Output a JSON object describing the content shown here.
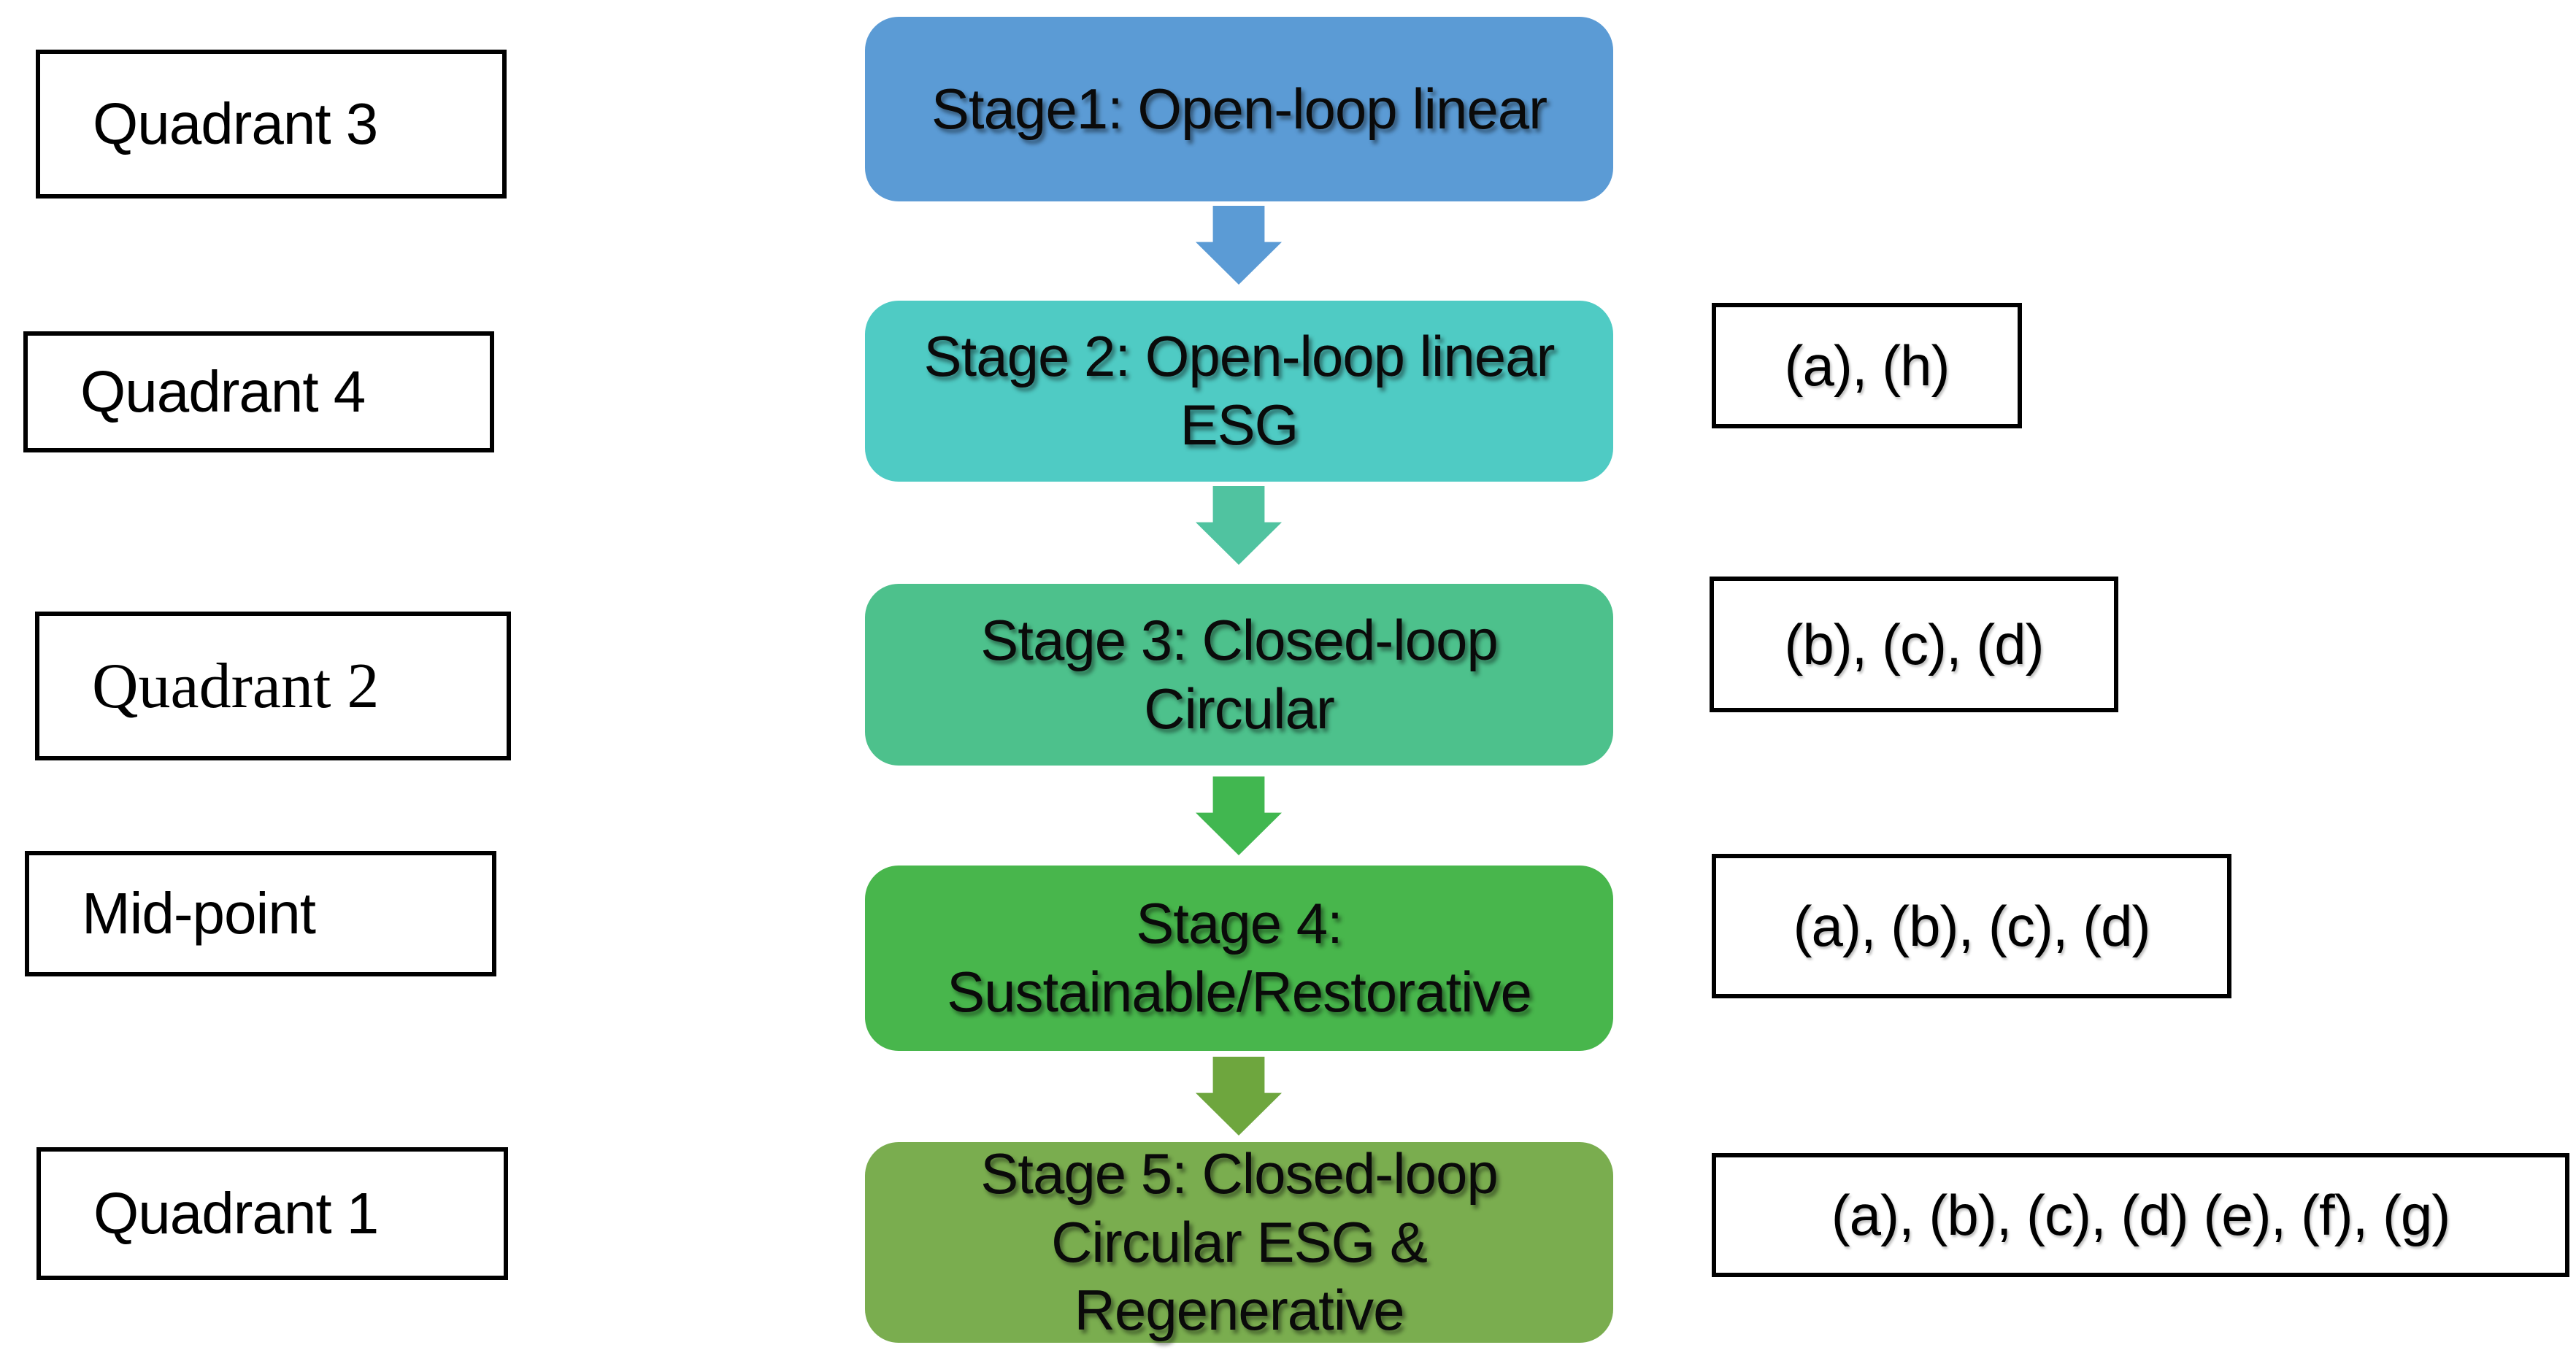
{
  "left_labels": [
    {
      "text": "Quadrant 3"
    },
    {
      "text": "Quadrant 4"
    },
    {
      "text": "Quadrant 2"
    },
    {
      "text": "Mid-point"
    },
    {
      "text": "Quadrant 1"
    }
  ],
  "stages": [
    {
      "label": "Stage1: Open-loop linear",
      "fill": "#5B9BD5"
    },
    {
      "label": "Stage 2: Open-loop linear\nESG",
      "fill": "#4FCBC4"
    },
    {
      "label": "Stage 3: Closed-loop\nCircular",
      "fill": "#4DC18C"
    },
    {
      "label": "Stage 4:\nSustainable/Restorative",
      "fill": "#48B64C"
    },
    {
      "label": "Stage 5: Closed-loop\nCircular ESG &\nRegenerative",
      "fill": "#7AAD4F"
    }
  ],
  "arrows": [
    {
      "name": "stage1-to-stage2",
      "fill": "#5B9BD5"
    },
    {
      "name": "stage2-to-stage3",
      "fill": "#50C3A0"
    },
    {
      "name": "stage3-to-stage4",
      "fill": "#41B750"
    },
    {
      "name": "stage4-to-stage5",
      "fill": "#6EA63E"
    }
  ],
  "annotations": [
    {
      "text": "(a), (h)"
    },
    {
      "text": "(b), (c), (d)"
    },
    {
      "text": "(a), (b), (c), (d)"
    },
    {
      "text": "(a), (b), (c), (d) (e), (f), (g)"
    }
  ]
}
